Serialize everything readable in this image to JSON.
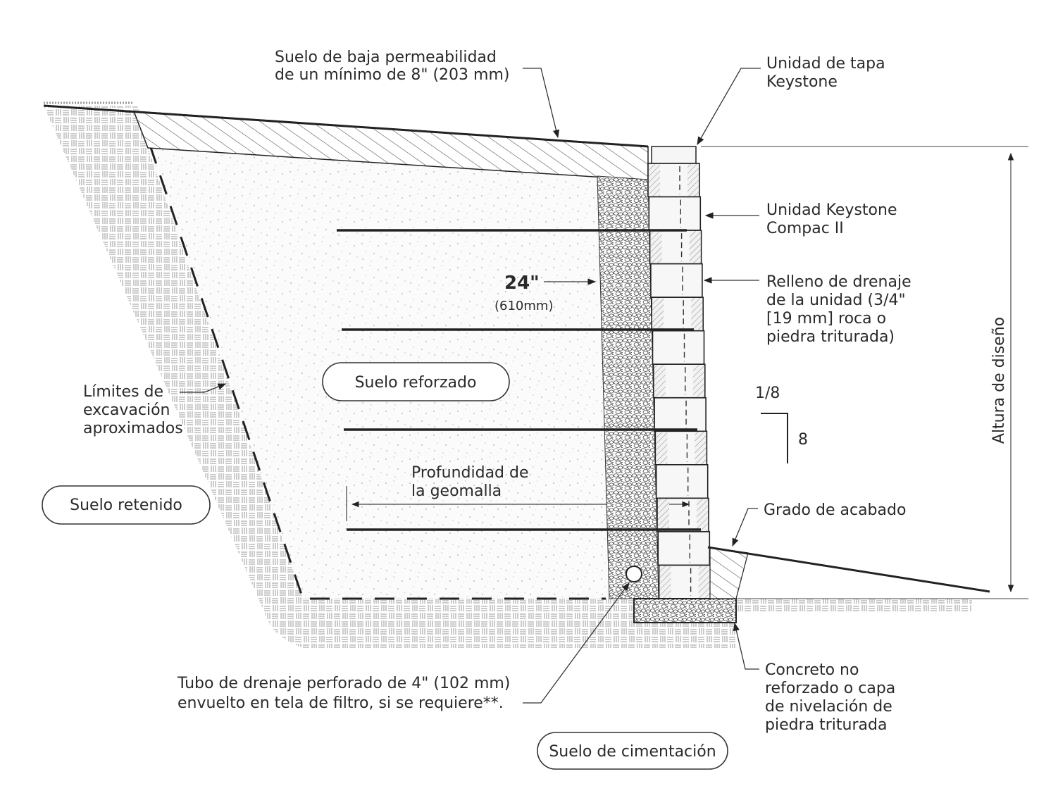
{
  "labels": {
    "low_perm_soil_1": "Suelo de baja permeabilidad",
    "low_perm_soil_2": "de un mínimo de 8\" (203 mm)",
    "cap_unit_1": "Unidad de tapa",
    "cap_unit_2": "Keystone",
    "keystone_unit_1": "Unidad Keystone",
    "keystone_unit_2": "Compac II",
    "drain_fill_1": "Relleno de drenaje",
    "drain_fill_2": "de la unidad (3/4\"",
    "drain_fill_3": "[19 mm] roca o",
    "drain_fill_4": "piedra triturada)",
    "dim_24": "24\"",
    "dim_610": "(610mm)",
    "reinforced_soil": "Suelo reforzado",
    "excavation_1": "Límites de",
    "excavation_2": "excavación",
    "excavation_3": "aproximados",
    "batter_top": "1/8",
    "batter_side": "8",
    "design_height": "Altura de diseño",
    "geogrid_depth_1": "Profundidad de",
    "geogrid_depth_2": "la geomalla",
    "retained_soil": "Suelo retenido",
    "finish_grade": "Grado de acabado",
    "drain_pipe_1": "Tubo de drenaje perforado de 4\" (102 mm)",
    "drain_pipe_2": "envuelto en tela de filtro, si se requiere**.",
    "leveling_pad_1": "Concreto no",
    "leveling_pad_2": "reforzado o capa",
    "leveling_pad_3": "de nivelación de",
    "leveling_pad_4": "piedra triturada",
    "foundation_soil": "Suelo de cimentación"
  },
  "colors": {
    "line": "#222222",
    "text": "#2a2a2a",
    "soil_hatch": "#9a9a9a"
  }
}
